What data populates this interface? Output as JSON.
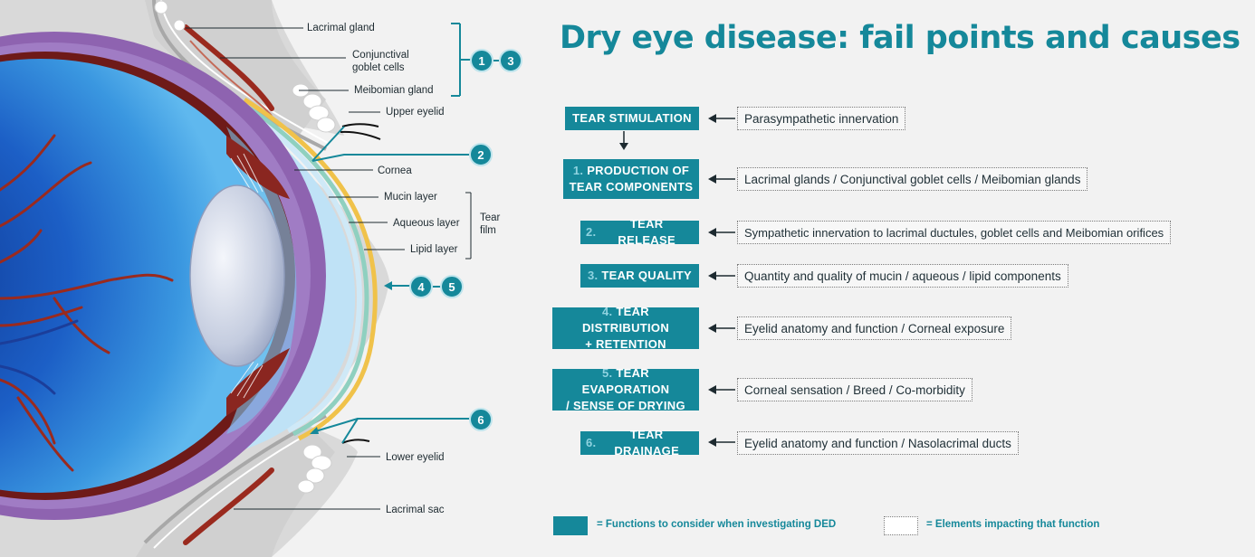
{
  "title": "Dry eye disease: fail points and causes",
  "functions": [
    {
      "num": "",
      "text": "TEAR STIMULATION"
    },
    {
      "num": "1.",
      "text": "PRODUCTION OF",
      "text2": "TEAR COMPONENTS"
    },
    {
      "num": "2.",
      "text": "TEAR RELEASE"
    },
    {
      "num": "3.",
      "text": "TEAR QUALITY"
    },
    {
      "num": "4.",
      "text": "TEAR DISTRIBUTION",
      "text2": "+ RETENTION"
    },
    {
      "num": "5.",
      "text": "TEAR EVAPORATION",
      "text2": "/ SENSE OF DRYING"
    },
    {
      "num": "6.",
      "text": "TEAR DRAINAGE"
    }
  ],
  "causes": [
    "Parasympathetic innervation",
    "Lacrimal glands / Conjunctival goblet cells / Meibomian glands",
    "Sympathetic innervation to lacrimal ductules, goblet cells and Meibomian orifices",
    "Quantity and quality of mucin / aqueous / lipid components",
    "Eyelid anatomy and function / Corneal exposure",
    "Corneal sensation / Breed / Co-morbidity",
    "Eyelid anatomy and function / Nasolacrimal ducts"
  ],
  "legend": {
    "functions": "= Functions to consider when investigating DED",
    "elements": "= Elements impacting that function"
  },
  "anatomy": {
    "lacrimal_gland": "Lacrimal gland",
    "goblet_1": "Conjunctival",
    "goblet_2": "goblet cells",
    "meibomian": "Meibomian gland",
    "upper_eyelid": "Upper eyelid",
    "cornea": "Cornea",
    "mucin": "Mucin layer",
    "aqueous": "Aqueous layer",
    "lipid": "Lipid layer",
    "tear_film_1": "Tear",
    "tear_film_2": "film",
    "lower_eyelid": "Lower eyelid",
    "lacrimal_sac": "Lacrimal sac"
  },
  "badges": {
    "b1": "1",
    "b3": "3",
    "b2": "2",
    "b4": "4",
    "b5": "5",
    "b6": "6"
  },
  "colors": {
    "teal": "#15889a",
    "lipid": "#f0c24a",
    "aqueous": "#8fd0c0",
    "vessel": "#9a2a1e",
    "iris": "#8e63b0"
  }
}
